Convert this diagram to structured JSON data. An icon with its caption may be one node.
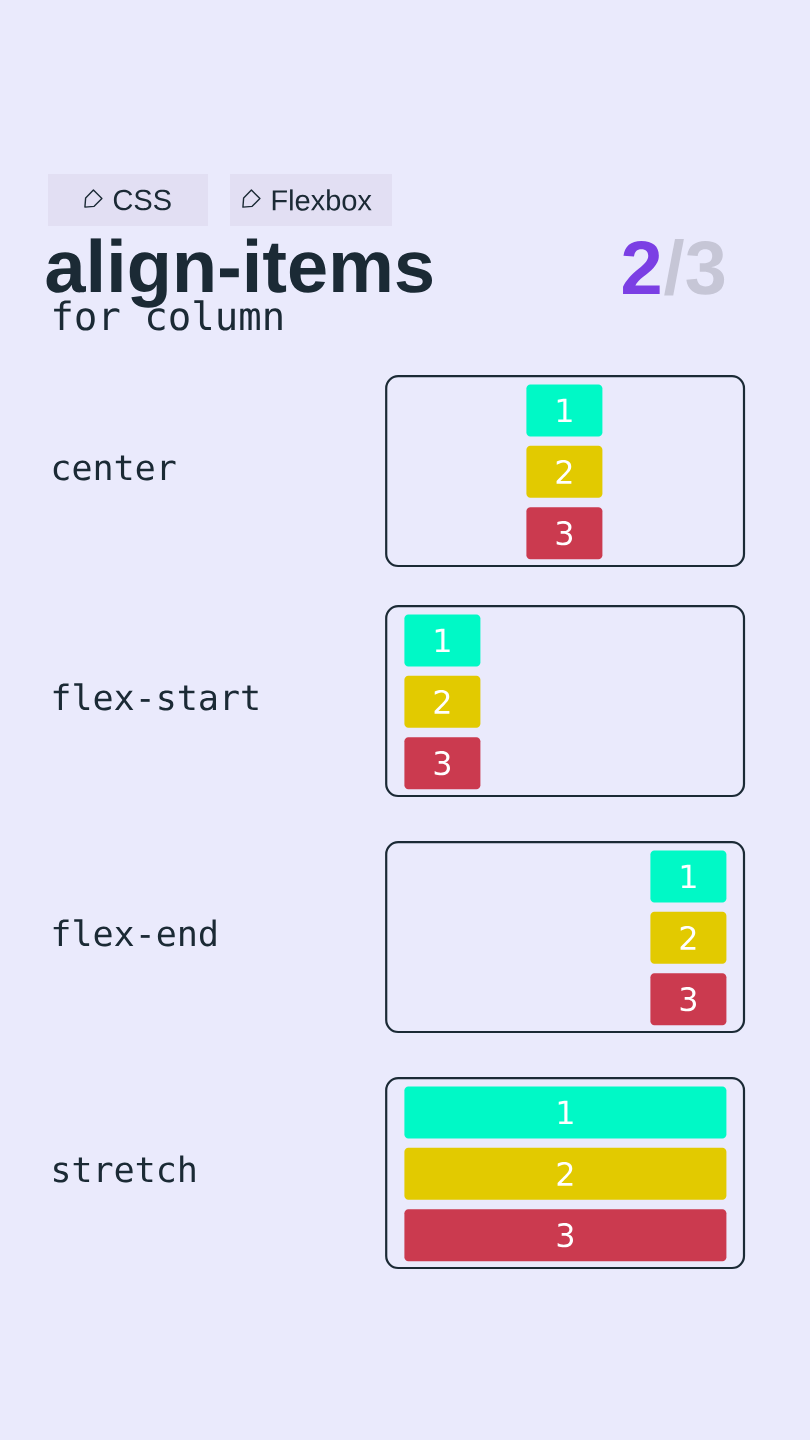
{
  "diagram": {
    "title": "align-items",
    "nodes": [
      {
        "text": [
          "CSS"
        ]
      },
      {
        "text": [
          "Flexbox"
        ]
      },
      {
        "text": [],
        "shape": "box"
      },
      {
        "text": [
          "1"
        ],
        "in": 2
      },
      {
        "text": [
          "2"
        ],
        "in": 2
      },
      {
        "text": [
          "3"
        ],
        "in": 2
      },
      {
        "text": [],
        "shape": "box"
      },
      {
        "text": [
          "1"
        ],
        "in": 6
      },
      {
        "text": [
          "2"
        ],
        "in": 6
      },
      {
        "text": [
          "3"
        ],
        "in": 6
      },
      {
        "text": [],
        "shape": "box"
      },
      {
        "text": [
          "1"
        ],
        "in": 10
      },
      {
        "text": [
          "2"
        ],
        "in": 10
      },
      {
        "text": [
          "3"
        ],
        "in": 10
      },
      {
        "text": [],
        "shape": "box"
      },
      {
        "text": [
          "1"
        ],
        "in": 14
      },
      {
        "text": [
          "2"
        ],
        "in": 14
      },
      {
        "text": [
          "3"
        ],
        "in": 14
      }
    ],
    "labels": [
      "2",
      "/3",
      "for column",
      "center",
      "flex-start",
      "flex-end",
      "stretch"
    ]
  }
}
